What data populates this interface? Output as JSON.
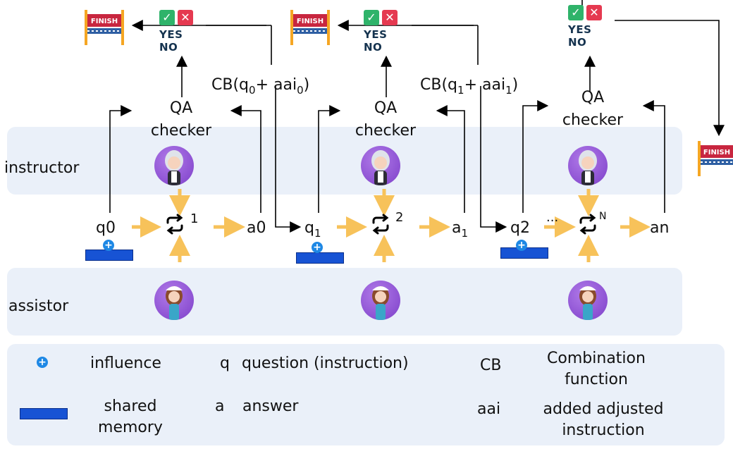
{
  "labels": {
    "instructor": "instructor",
    "assistor": "assistor"
  },
  "checker": {
    "line1": "QA",
    "line2": "checker"
  },
  "finish_text": "FINISH",
  "yes_text": "YES",
  "no_text": "NO",
  "cb1": {
    "prefix": "CB(q",
    "sub1": "0",
    "mid": "+ aai",
    "sub2": "0",
    "suffix": ")"
  },
  "cb2": {
    "prefix": "CB(q",
    "sub1": "1",
    "mid": "+ aai",
    "sub2": "1",
    "suffix": ")"
  },
  "flow": {
    "q0": {
      "base": "q",
      "sub": "0"
    },
    "q1": {
      "base": "q",
      "sub": "1"
    },
    "q2": {
      "base": "q",
      "sub": "2"
    },
    "a0": {
      "base": "a",
      "sub": "0"
    },
    "a1": {
      "base": "a",
      "sub": "1"
    },
    "an": "an",
    "dots": "...",
    "step1": "1",
    "step2": "2",
    "stepN": "N"
  },
  "legend": {
    "influence": "influence",
    "shared_memory_1": "shared",
    "shared_memory_2": "memory",
    "q_symbol": "q",
    "q_desc": "question (instruction)",
    "a_symbol": "a",
    "a_desc": "answer",
    "cb_symbol": "CB",
    "cb_desc_1": "Combination",
    "cb_desc_2": "function",
    "aai_symbol": "aai",
    "aai_desc_1": "added adjusted",
    "aai_desc_2": "instruction"
  },
  "colors": {
    "band": "#eaf0f9",
    "memory": "#1753d4",
    "influence": "#1e88e5",
    "yes": "#2fb36a",
    "no": "#e53950",
    "flow_arrow": "#f7c25a",
    "finish_banner": "#c8263f"
  }
}
